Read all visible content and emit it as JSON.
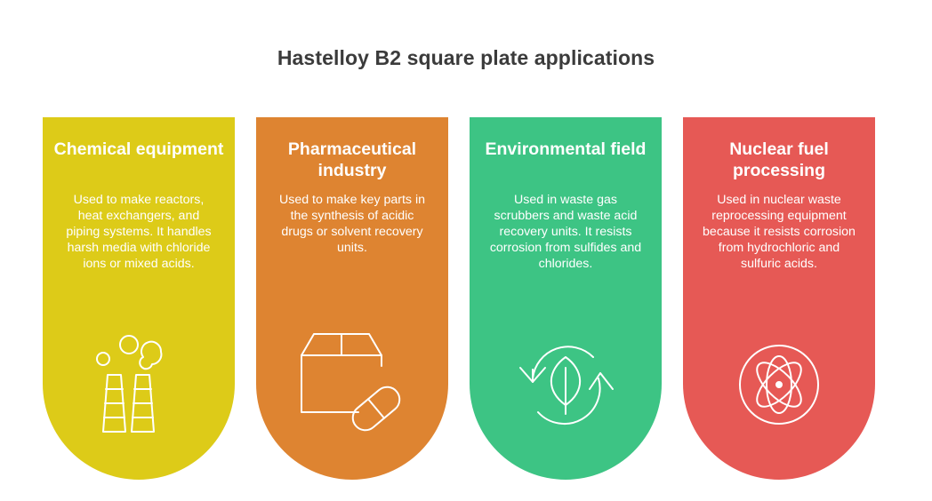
{
  "title": "Hastelloy B2 square plate applications",
  "cards": [
    {
      "heading": "Chemical equipment",
      "description": "Used to make reactors, heat exchangers, and piping systems. It handles harsh media with chloride ions or mixed acids.",
      "icon": "factory-chimneys-icon",
      "color": "#DDCB18"
    },
    {
      "heading": "Pharmaceutical industry",
      "description": "Used to make key parts in the synthesis of acidic drugs or solvent recovery units.",
      "icon": "box-and-capsule-icon",
      "color": "#DE8431"
    },
    {
      "heading": "Environmental field",
      "description": "Used in waste gas scrubbers and waste acid recovery units. It resists corrosion from sulfides and chlorides.",
      "icon": "recycle-leaf-icon",
      "color": "#3DC484"
    },
    {
      "heading": "Nuclear fuel processing",
      "description": "Used in nuclear waste reprocessing equipment because it resists corrosion from hydrochloric and sulfuric acids.",
      "icon": "atom-icon",
      "color": "#E65955"
    }
  ]
}
